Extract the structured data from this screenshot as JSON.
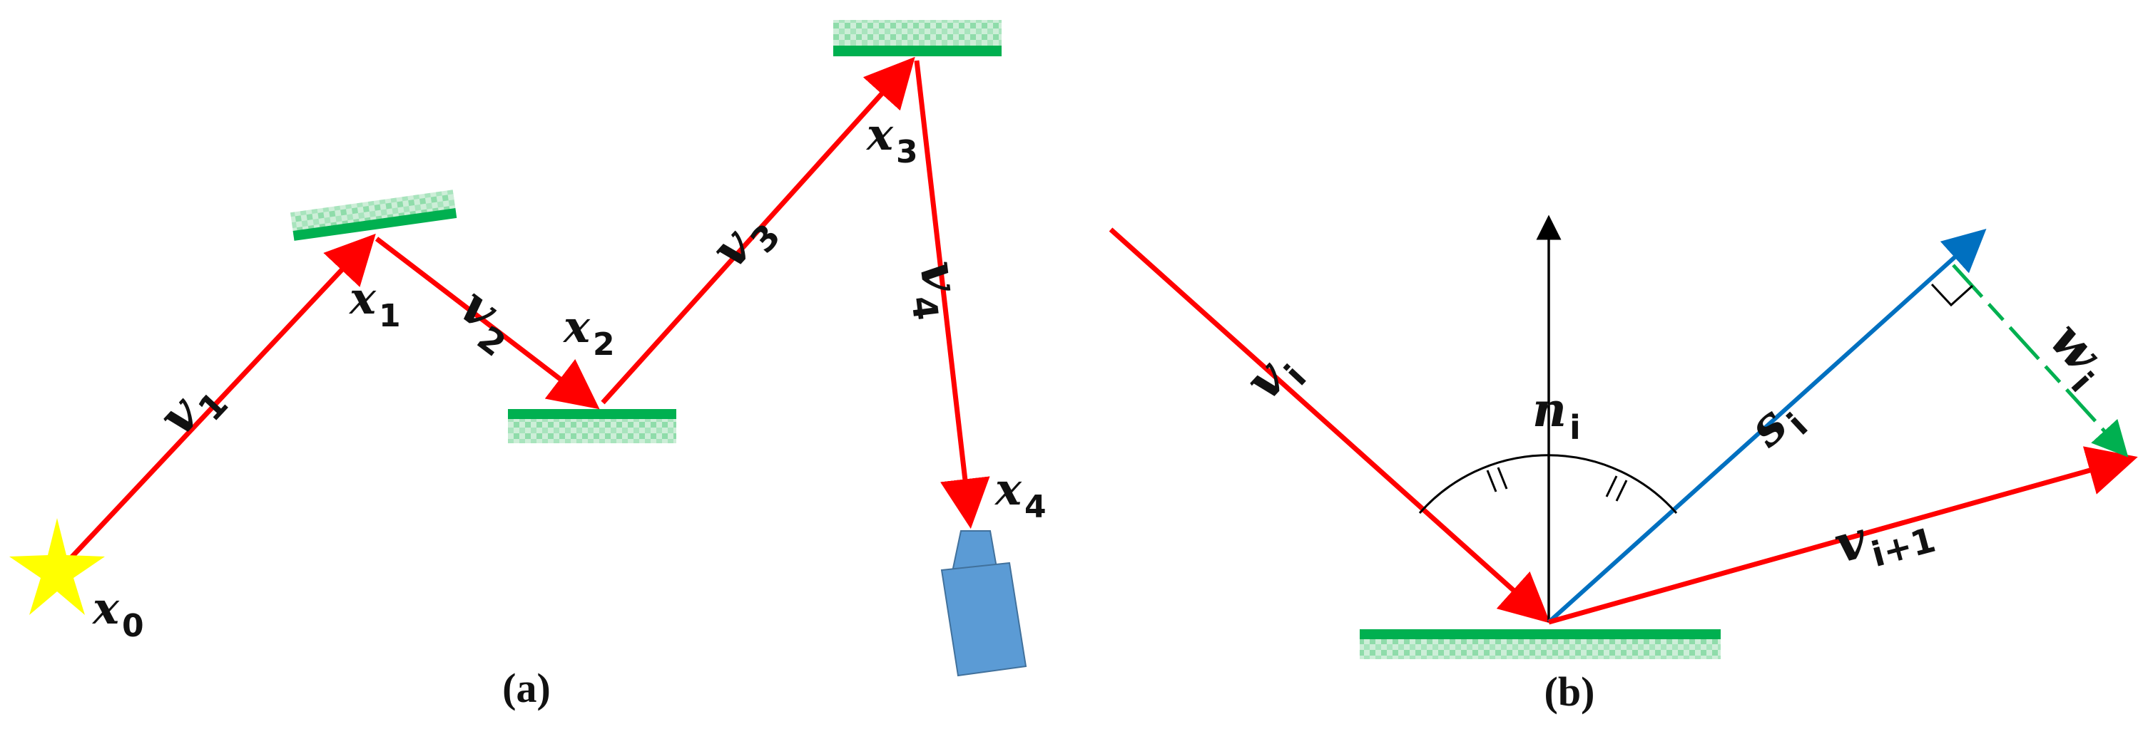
{
  "panel_a": {
    "caption": "(a)",
    "labels": {
      "x0": {
        "base": "x",
        "sub": "0"
      },
      "x1": {
        "base": "x",
        "sub": "1"
      },
      "x2": {
        "base": "x",
        "sub": "2"
      },
      "x3": {
        "base": "x",
        "sub": "3"
      },
      "x4": {
        "base": "x",
        "sub": "4"
      },
      "v1": {
        "base": "v",
        "sub": "1"
      },
      "v2": {
        "base": "v",
        "sub": "2"
      },
      "v3": {
        "base": "v",
        "sub": "3"
      },
      "v4": {
        "base": "v",
        "sub": "4"
      }
    }
  },
  "panel_b": {
    "caption": "(b)",
    "labels": {
      "vi": {
        "base": "v",
        "sub": "i"
      },
      "ni": {
        "base": "n",
        "sub": "i"
      },
      "si": {
        "base": "s",
        "sub": "i"
      },
      "wi": {
        "base": "w",
        "sub": "i"
      },
      "vi1": {
        "base": "v",
        "sub": "i+1"
      }
    }
  },
  "colors": {
    "ray": "#ff0000",
    "surface": "#00b050",
    "surface_hatch": "#7fd8a0",
    "specular": "#0070c0",
    "offset": "#00b050",
    "normal": "#000000",
    "camera": "#5b9bd5",
    "light": "#ffff00"
  }
}
